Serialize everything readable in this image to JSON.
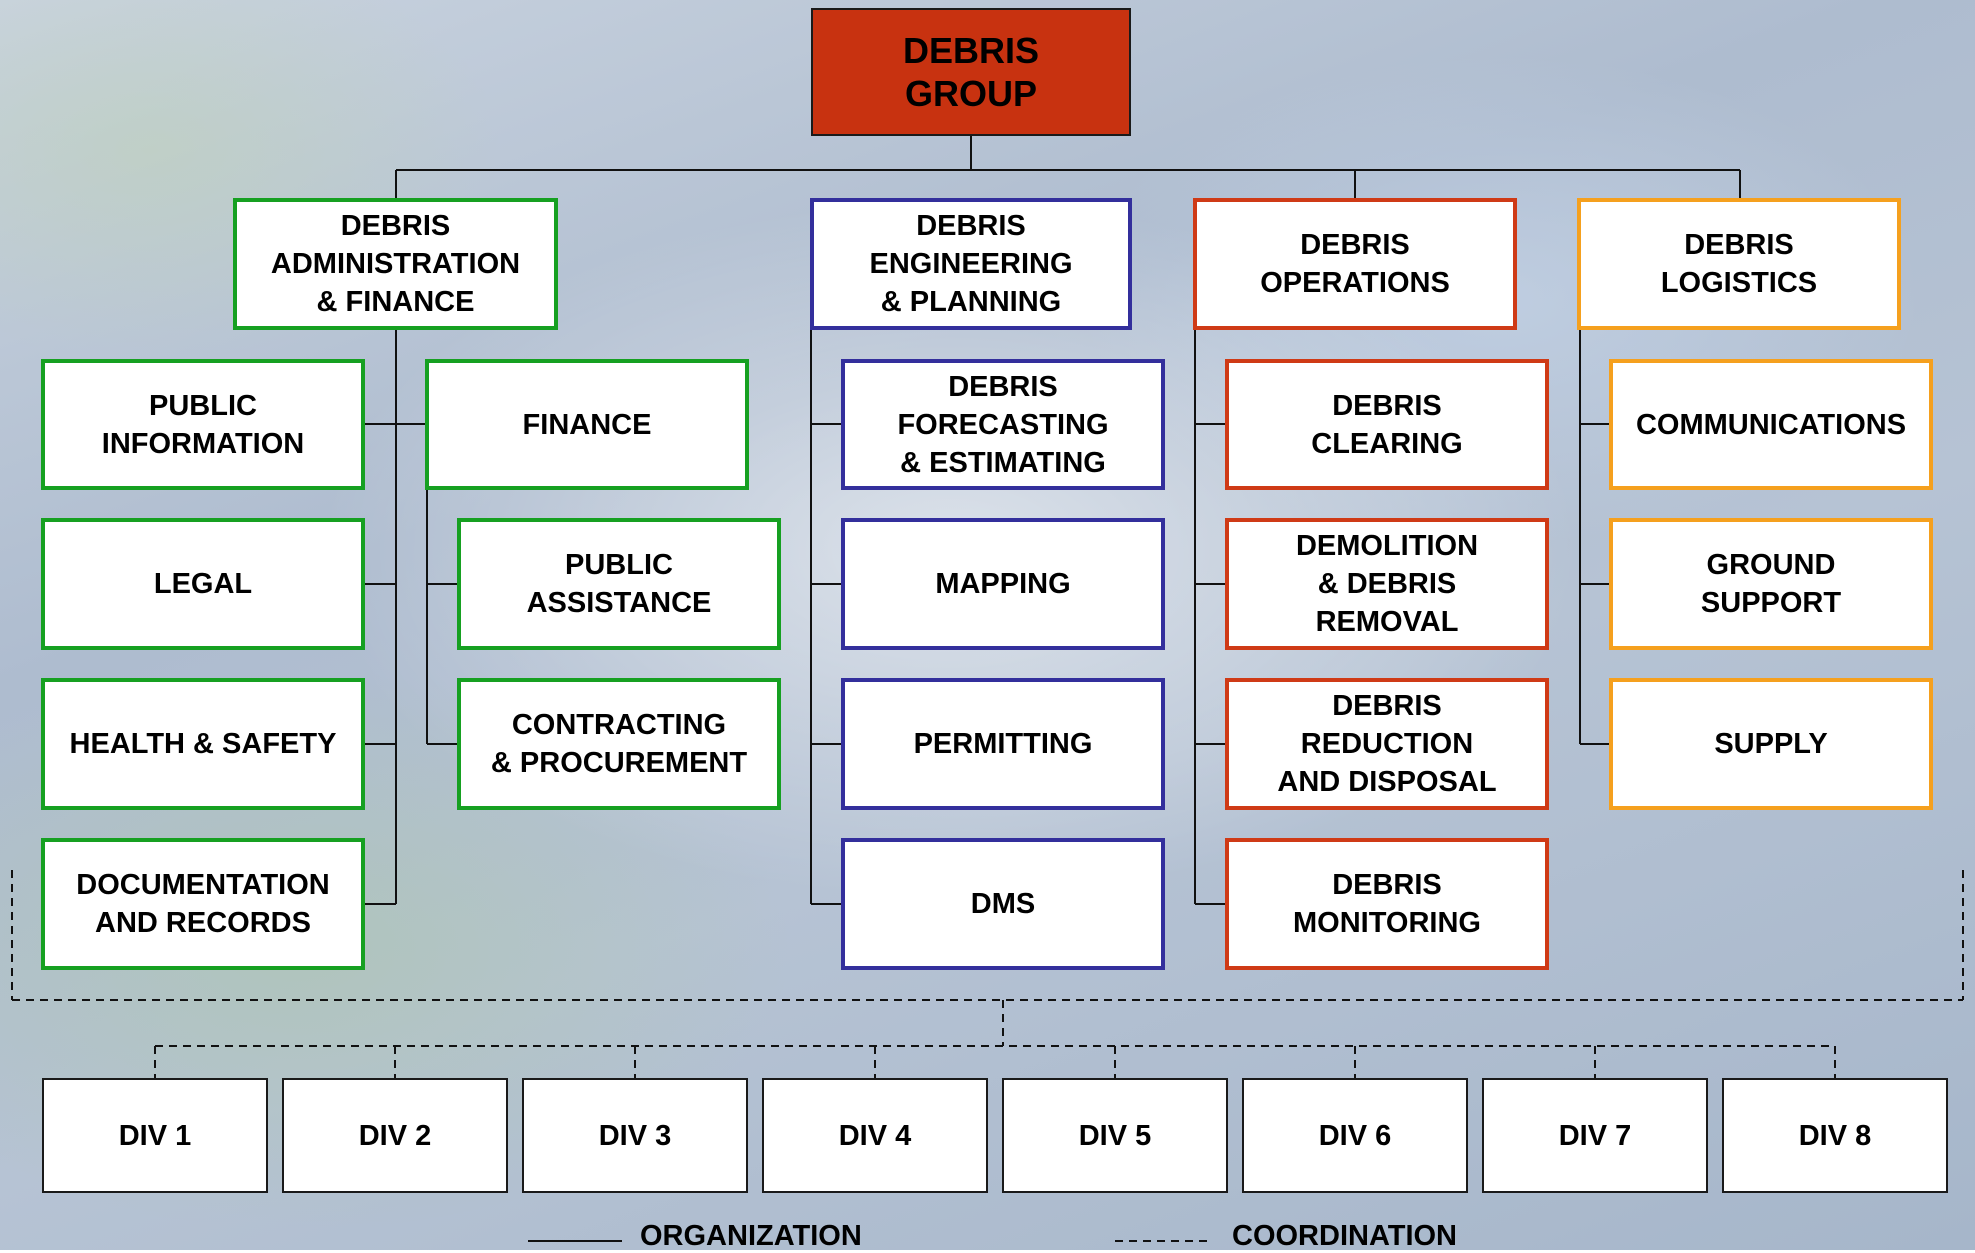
{
  "top": "DEBRIS\nGROUP",
  "sections": {
    "admin": "DEBRIS\nADMINISTRATION\n& FINANCE",
    "engineering": "DEBRIS\nENGINEERING\n& PLANNING",
    "operations": "DEBRIS\nOPERATIONS",
    "logistics": "DEBRIS\nLOGISTICS"
  },
  "admin_left": [
    "PUBLIC\nINFORMATION",
    "LEGAL",
    "HEALTH & SAFETY",
    "DOCUMENTATION\nAND RECORDS"
  ],
  "admin_right": {
    "finance": "FINANCE",
    "items": [
      "PUBLIC\nASSISTANCE",
      "CONTRACTING\n& PROCUREMENT"
    ]
  },
  "engineering_items": [
    "DEBRIS\nFORECASTING\n& ESTIMATING",
    "MAPPING",
    "PERMITTING",
    "DMS"
  ],
  "operations_items": [
    "DEBRIS\nCLEARING",
    "DEMOLITION\n& DEBRIS\nREMOVAL",
    "DEBRIS\nREDUCTION\nAND DISPOSAL",
    "DEBRIS\nMONITORING"
  ],
  "logistics_items": [
    "COMMUNICATIONS",
    "GROUND\nSUPPORT",
    "SUPPLY"
  ],
  "divisions": [
    "DIV 1",
    "DIV 2",
    "DIV 3",
    "DIV 4",
    "DIV 5",
    "DIV 6",
    "DIV 7",
    "DIV 8"
  ],
  "legend": {
    "organization": "ORGANIZATION",
    "coordination": "COORDINATION"
  },
  "colors": {
    "top_fill": "#c83210",
    "admin": "#16a021",
    "engineering": "#332f9c",
    "operations": "#cf3a16",
    "logistics": "#f5a01e"
  }
}
